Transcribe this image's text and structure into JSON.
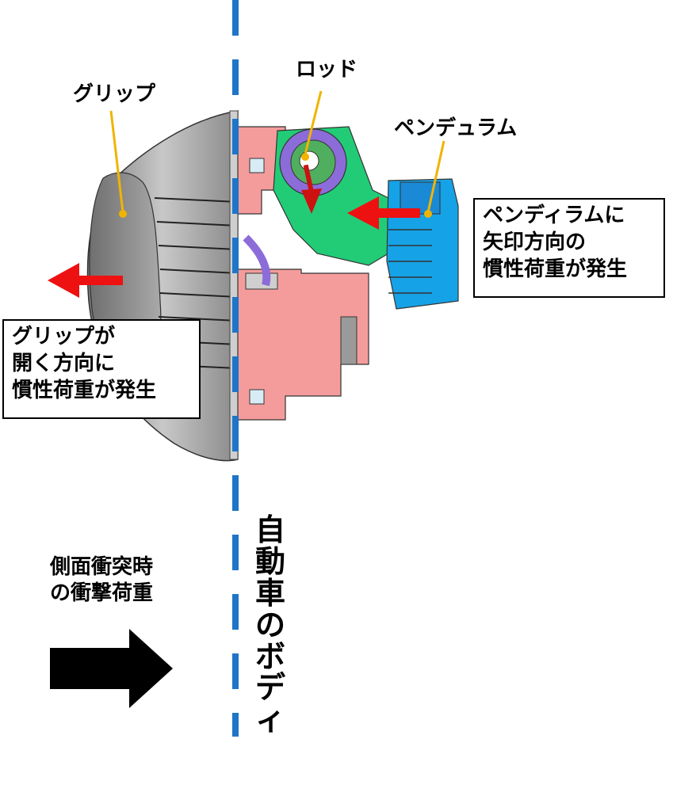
{
  "labels": {
    "grip": "グリップ",
    "rod": "ロッド",
    "pendulum": "ペンデュラム"
  },
  "boxes": {
    "pendulum_load": [
      "ペンディラムに",
      "矢印方向の",
      "慣性荷重が発生"
    ],
    "grip_load": [
      "グリップが",
      "開く方向に",
      "慣性荷重が発生"
    ]
  },
  "impact": [
    "側面衝突時",
    "の衝撃荷重"
  ],
  "body_label": [
    "自",
    "動",
    "車",
    "の",
    "ボ",
    "デ",
    "ィ"
  ],
  "colors": {
    "axis_line": "#1f75c7",
    "leader": "#f0b400",
    "force_arrow": "#ee1111",
    "impact_arrow": "#000000",
    "grip": "#9a9a9a",
    "rod_part": "#8c6cd8",
    "pendulum_part": "#16a2e6",
    "lever": "#22cc77",
    "housing": "#f49c9c"
  }
}
